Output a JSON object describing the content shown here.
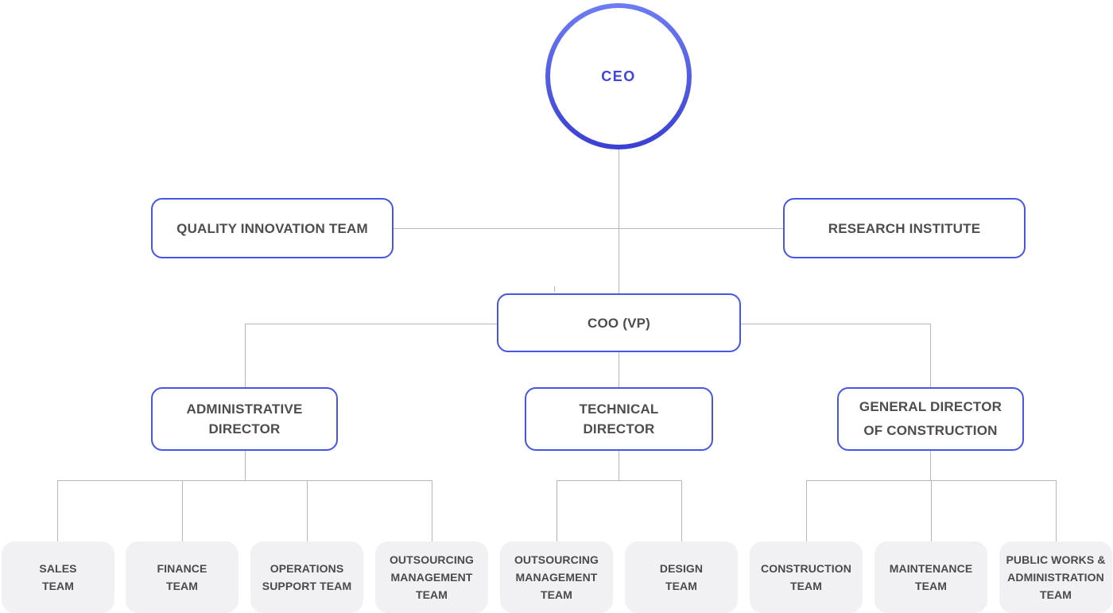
{
  "diagram": {
    "type": "org-chart",
    "root": {
      "id": "ceo",
      "label": "CEO"
    },
    "staff_nodes": [
      {
        "id": "quality-innovation-team",
        "label": "QUALITY INNOVATION TEAM"
      },
      {
        "id": "research-institute",
        "label": "RESEARCH INSTITUTE"
      }
    ],
    "coo": {
      "id": "coo",
      "label": "COO (VP)"
    },
    "directors": [
      {
        "id": "administrative-director",
        "label": "ADMINISTRATIVE\nDIRECTOR",
        "children": [
          "sales-team",
          "finance-team",
          "operations-support-team",
          "outsourcing-management-team-1"
        ]
      },
      {
        "id": "technical-director",
        "label": "TECHNICAL\nDIRECTOR",
        "children": [
          "outsourcing-management-team-2",
          "design-team"
        ]
      },
      {
        "id": "general-director-of-construction",
        "label": "GENERAL DIRECTOR\nOF CONSTRUCTION",
        "children": [
          "construction-team",
          "maintenance-team",
          "public-works-administration-team"
        ]
      }
    ],
    "teams": [
      {
        "id": "sales-team",
        "label": "SALES\nTEAM"
      },
      {
        "id": "finance-team",
        "label": "FINANCE\nTEAM"
      },
      {
        "id": "operations-support-team",
        "label": "OPERATIONS\nSUPPORT TEAM"
      },
      {
        "id": "outsourcing-management-team-1",
        "label": "OUTSOURCING\nMANAGEMENT\nTEAM"
      },
      {
        "id": "outsourcing-management-team-2",
        "label": "OUTSOURCING\nMANAGEMENT\nTEAM"
      },
      {
        "id": "design-team",
        "label": "DESIGN\nTEAM"
      },
      {
        "id": "construction-team",
        "label": "CONSTRUCTION\nTEAM"
      },
      {
        "id": "maintenance-team",
        "label": "MAINTENANCE\nTEAM"
      },
      {
        "id": "public-works-administration-team",
        "label": "PUBLIC WORKS &\nADMINISTRATION\nTEAM"
      }
    ],
    "colors": {
      "background": "#ffffff",
      "node_border": "#4754e6",
      "node_text": "#4d4d50",
      "ceo_gradient_top": "#6e7cf4",
      "ceo_gradient_bottom": "#3a3fd2",
      "ceo_text": "#4145e0",
      "team_box_bg": "#f1f1f3",
      "team_text": "#4a4a4d",
      "connector": "#b6b6b6"
    }
  }
}
